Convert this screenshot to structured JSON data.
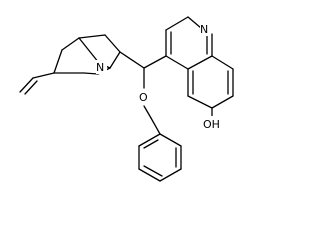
{
  "atoms": {
    "quinoline_n": "N",
    "quinuclidine_n": "N",
    "ether_o": "O",
    "hydroxyl": "OH"
  },
  "colors": {
    "bond": "#000000",
    "background": "#ffffff"
  }
}
